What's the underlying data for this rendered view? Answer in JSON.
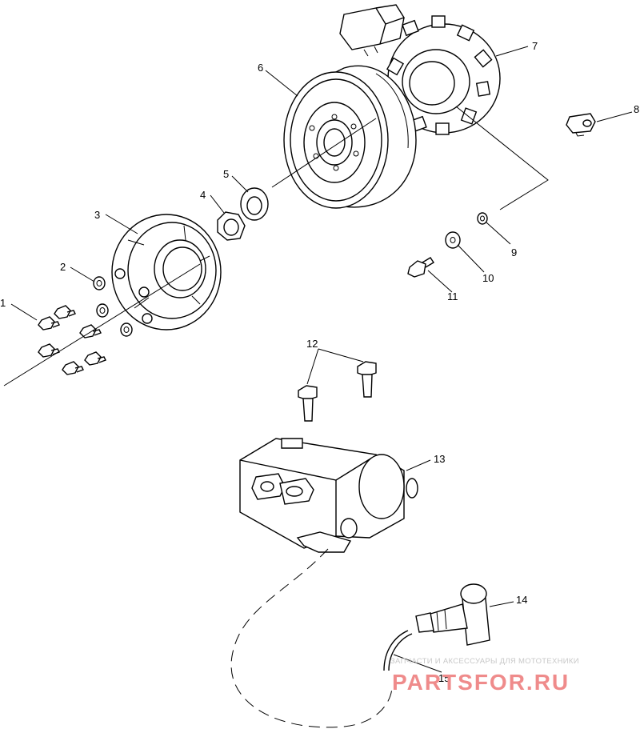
{
  "labels": {
    "p1": "1",
    "p2": "2",
    "p3": "3",
    "p4": "4",
    "p5": "5",
    "p6": "6",
    "p7": "7",
    "p8": "8",
    "p9": "9",
    "p10": "10",
    "p11": "11",
    "p12": "12",
    "p13": "13",
    "p14": "14",
    "p15": "15"
  },
  "watermark": {
    "tagline": "ЗАПЧАСТИ И АКСЕССУАРЫ ДЛЯ МОТОТЕХНИКИ",
    "logo": "PARTSFOR.RU",
    "color": "#ef8b8b"
  }
}
